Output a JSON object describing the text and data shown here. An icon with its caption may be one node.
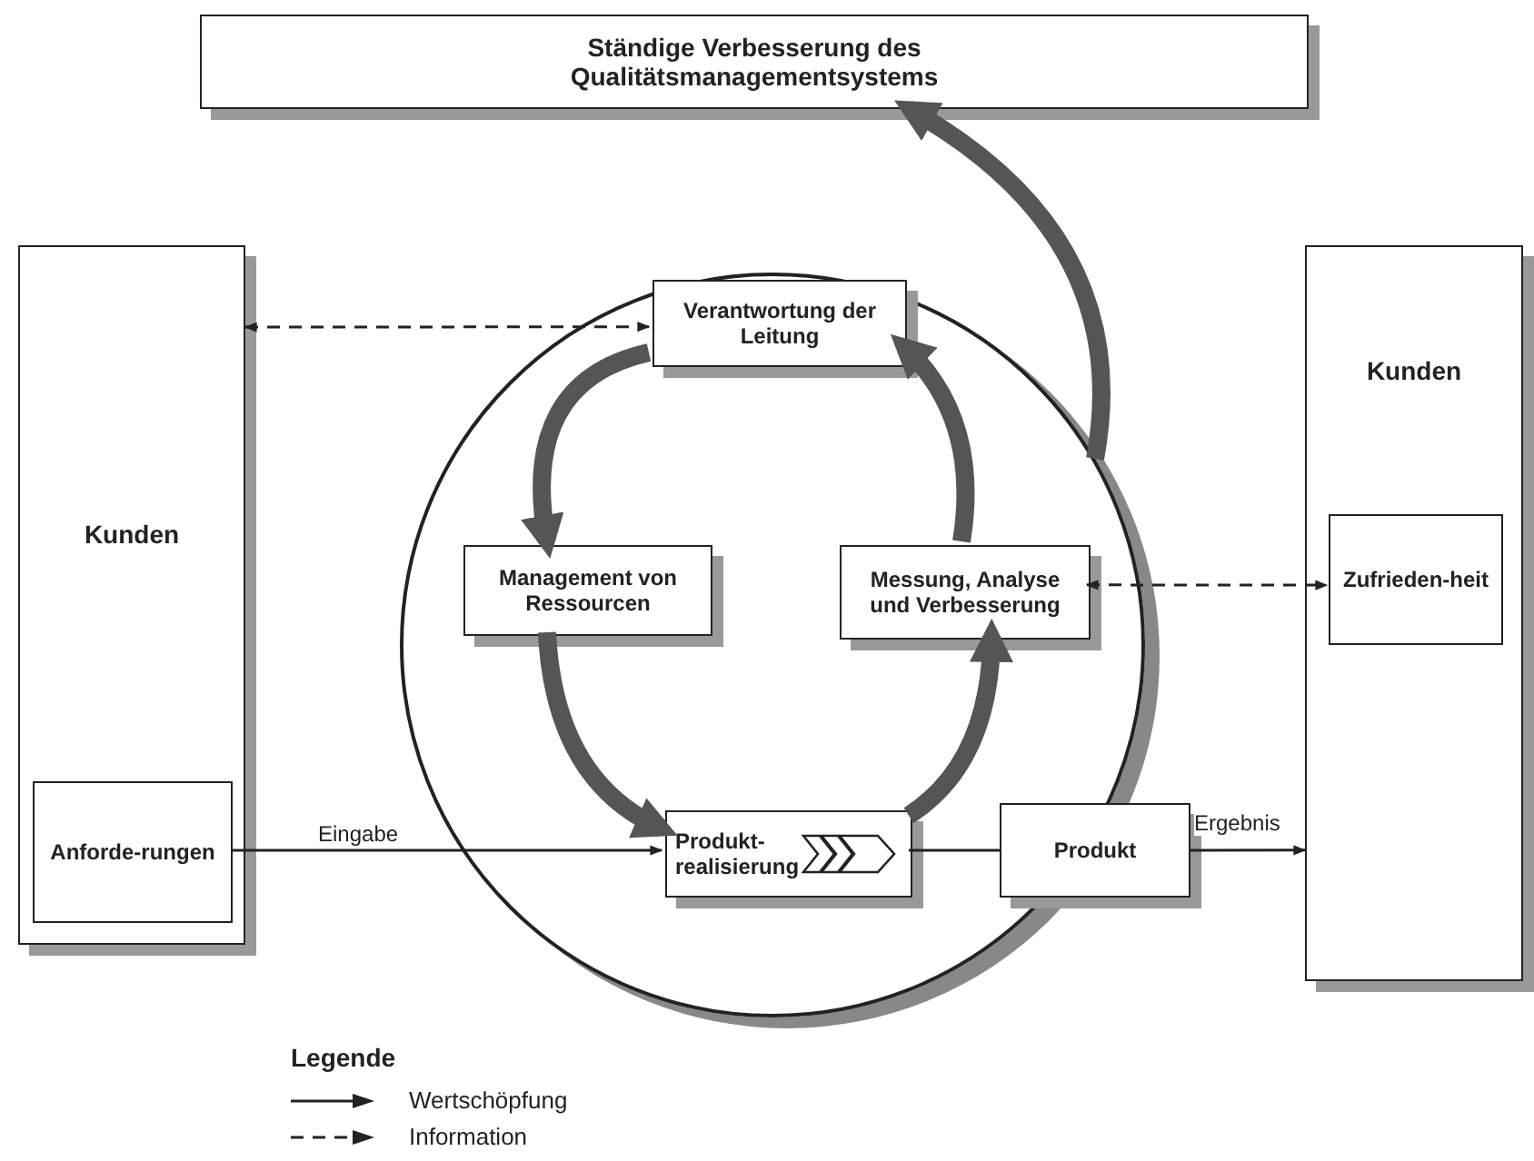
{
  "diagram": {
    "nodes": [
      {
        "text": [
          "Ständige Verbesserung des Qualitätsmanagementsystems"
        ]
      },
      {
        "text": [
          "Kunden"
        ]
      },
      {
        "text": [
          "Anforde-rungen"
        ],
        "in": 1
      },
      {
        "text": [],
        "shape": "circle"
      },
      {
        "text": [
          "Verantwortung der Leitung"
        ],
        "in": 3
      },
      {
        "text": [
          "Management von Ressourcen"
        ],
        "in": 3
      },
      {
        "text": [
          "Messung, Analyse und Verbesserung"
        ],
        "in": 3
      },
      {
        "text": [
          "Produkt-realisierung"
        ],
        "in": 3
      },
      {
        "text": [
          "Produkt"
        ]
      },
      {
        "text": [
          "Kunden"
        ]
      },
      {
        "text": [
          "Zufrieden-heit"
        ],
        "in": 9
      }
    ],
    "edges": [
      {
        "from": 1,
        "to": 4,
        "arrow": "both",
        "style": "dashed"
      },
      {
        "from": 4,
        "to": 5,
        "arrow": "to",
        "style": "thick",
        "color": "#555555"
      },
      {
        "from": 5,
        "to": 7,
        "arrow": "to",
        "style": "thick",
        "color": "#555555"
      },
      {
        "from": 7,
        "to": 6,
        "arrow": "to",
        "style": "thick",
        "color": "#555555"
      },
      {
        "from": 6,
        "to": 4,
        "arrow": "to",
        "style": "thick",
        "color": "#555555"
      },
      {
        "from": 2,
        "to": 7,
        "arrow": "to",
        "label": "Eingabe"
      },
      {
        "from": 7,
        "to": 8,
        "arrow": "none"
      },
      {
        "from": 8,
        "to": 9,
        "arrow": "to",
        "label": "Ergebnis"
      },
      {
        "from": 6,
        "to": 10,
        "arrow": "both",
        "style": "dashed"
      },
      {
        "from": 3,
        "to": 0,
        "arrow": "to",
        "style": "thick",
        "color": "#555555"
      }
    ],
    "labels": [
      "Legende"
    ],
    "legend": [
      {
        "text": "Wertschöpfung"
      },
      {
        "text": "Information"
      }
    ]
  }
}
